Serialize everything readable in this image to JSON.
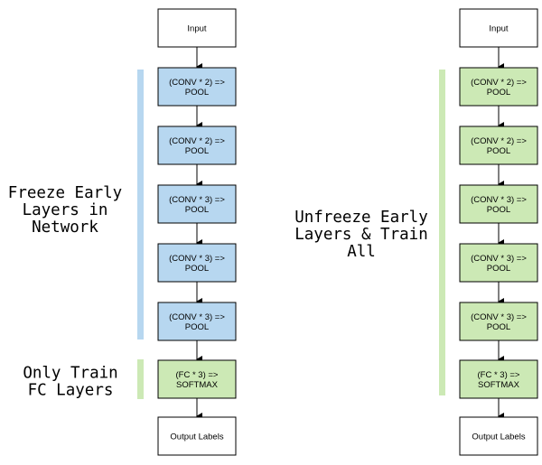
{
  "colors": {
    "frozen_fill": "#b7d7f0",
    "trainable_fill": "#cce9b5",
    "plain_fill": "#ffffff",
    "frozen_bar": "#b7d7f0",
    "trainable_bar": "#cce9b5",
    "stroke": "#000000"
  },
  "left_panel": {
    "label_frozen": [
      "Freeze Early",
      "Layers in",
      "Network"
    ],
    "label_trainable": [
      "Only Train",
      "FC Layers"
    ],
    "blocks": [
      {
        "lines": [
          "Input"
        ],
        "style": "plain"
      },
      {
        "lines": [
          "(CONV * 2) =>",
          "POOL"
        ],
        "style": "frozen"
      },
      {
        "lines": [
          "(CONV * 2) =>",
          "POOL"
        ],
        "style": "frozen"
      },
      {
        "lines": [
          "(CONV * 3) =>",
          "POOL"
        ],
        "style": "frozen"
      },
      {
        "lines": [
          "(CONV * 3) =>",
          "POOL"
        ],
        "style": "frozen"
      },
      {
        "lines": [
          "(CONV * 3) =>",
          "POOL"
        ],
        "style": "frozen"
      },
      {
        "lines": [
          "(FC * 3) =>",
          "SOFTMAX"
        ],
        "style": "trainable"
      },
      {
        "lines": [
          "Output Labels"
        ],
        "style": "plain"
      }
    ]
  },
  "right_panel": {
    "label_trainable": [
      "Unfreeze Early",
      "Layers & Train",
      "All"
    ],
    "blocks": [
      {
        "lines": [
          "Input"
        ],
        "style": "plain"
      },
      {
        "lines": [
          "(CONV * 2) =>",
          "POOL"
        ],
        "style": "trainable"
      },
      {
        "lines": [
          "(CONV * 2) =>",
          "POOL"
        ],
        "style": "trainable"
      },
      {
        "lines": [
          "(CONV * 3) =>",
          "POOL"
        ],
        "style": "trainable"
      },
      {
        "lines": [
          "(CONV * 3) =>",
          "POOL"
        ],
        "style": "trainable"
      },
      {
        "lines": [
          "(CONV * 3) =>",
          "POOL"
        ],
        "style": "trainable"
      },
      {
        "lines": [
          "(FC * 3) =>",
          "SOFTMAX"
        ],
        "style": "trainable"
      },
      {
        "lines": [
          "Output Labels"
        ],
        "style": "plain"
      }
    ]
  }
}
